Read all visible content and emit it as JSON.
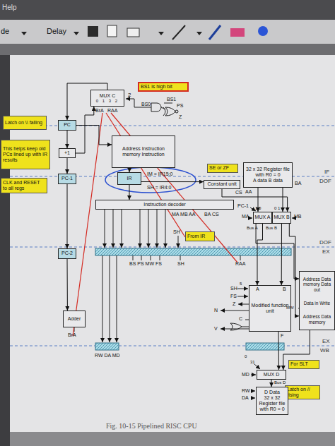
{
  "diagram": {
    "caption": "Fig. 10-15 Pipelined RISC CPU",
    "nodes": [
      {
        "text": [
          "BS1 is high bit"
        ]
      },
      {
        "text": [
          "MUX C",
          "0 1 3 2"
        ]
      },
      {
        "text": [
          "Latch on \\\\ falling"
        ]
      },
      {
        "text": [
          "PC"
        ]
      },
      {
        "text": [
          "This helps keep old PCs lined up with IR results"
        ]
      },
      {
        "text": [
          "+1"
        ]
      },
      {
        "text": [
          "Address Instruction memory Instruction"
        ]
      },
      {
        "text": [
          "CLK and RESET to all regs"
        ]
      },
      {
        "text": [
          "PC-1"
        ]
      },
      {
        "text": [
          "SE or ZF"
        ]
      },
      {
        "text": [
          "IR"
        ]
      },
      {
        "text": [
          "Constant unit"
        ]
      },
      {
        "text": [
          "32 x 32 Register file with R0 = 0",
          "A data B data"
        ]
      },
      {
        "text": [
          "Instruction decoder"
        ]
      },
      {
        "text": [
          "MUX A"
        ]
      },
      {
        "text": [
          "MUX B"
        ]
      },
      {
        "text": [
          "From IR"
        ]
      },
      {
        "text": [
          "PC-2"
        ]
      },
      {
        "text": [
          "Address Data memory Data out",
          "Data in Write",
          "Address Data memory"
        ]
      },
      {
        "text": [
          "Modified function unit"
        ]
      },
      {
        "text": [
          "Adder"
        ]
      },
      {
        "text": [
          "For SLT"
        ]
      },
      {
        "text": [
          "MUX D"
        ]
      },
      {
        "text": [
          "Latch on // rising"
        ]
      },
      {
        "text": [
          "D Data",
          "32 x 32 Register file with R0 = 0"
        ]
      }
    ],
    "edges": [
      {
        "from": 3,
        "to": 5,
        "arrow": "to"
      },
      {
        "from": 3,
        "to": 6,
        "arrow": "to"
      },
      {
        "from": 5,
        "to": 8,
        "arrow": "to"
      },
      {
        "from": 5,
        "to": 1,
        "arrow": "to"
      },
      {
        "from": 1,
        "to": 3,
        "arrow": "to"
      },
      {
        "from": 8,
        "to": 17,
        "arrow": "to"
      },
      {
        "from": 17,
        "to": 20,
        "arrow": "to"
      },
      {
        "from": 6,
        "to": 10,
        "arrow": "to"
      },
      {
        "from": 10,
        "to": 13,
        "arrow": "to"
      },
      {
        "from": 10,
        "to": 11,
        "arrow": "to"
      },
      {
        "from": 11,
        "to": 15,
        "arrow": "to"
      },
      {
        "from": 12,
        "to": 14,
        "arrow": "to"
      },
      {
        "from": 12,
        "to": 15,
        "arrow": "to"
      },
      {
        "from": 14,
        "to": 19,
        "arrow": "to"
      },
      {
        "from": 15,
        "to": 19,
        "arrow": "to"
      },
      {
        "from": 15,
        "to": 18,
        "arrow": "to"
      },
      {
        "from": 14,
        "to": 18,
        "arrow": "to"
      },
      {
        "from": 19,
        "to": 22,
        "arrow": "to"
      },
      {
        "from": 18,
        "to": 22,
        "arrow": "to"
      },
      {
        "from": 22,
        "to": 24,
        "arrow": "to"
      }
    ],
    "labels": [
      "Help",
      "de",
      "Delay",
      "2",
      "BrA",
      "RAA",
      "BS1",
      "BS0",
      "PS",
      "Z",
      "IM = IR15:0",
      "SH = IR4:0",
      "CS",
      "AA",
      "BA",
      "MA MB AA",
      "BA CS",
      "PC-1",
      "1 0",
      "0 1",
      "MB",
      "MA",
      "Bus A",
      "Bus B",
      "SH",
      "BS PS MW FS",
      "SH",
      "RAA",
      "MW",
      "A",
      "B",
      "5",
      "SH",
      "FS",
      "Z",
      "N",
      "C",
      "V",
      "F",
      "BrA",
      "RW DA MD",
      "0",
      "31",
      "MD",
      "Bus D",
      "RW",
      "DA",
      "IF",
      "DOF",
      "DOF",
      "EX",
      "EX",
      "WB"
    ]
  }
}
